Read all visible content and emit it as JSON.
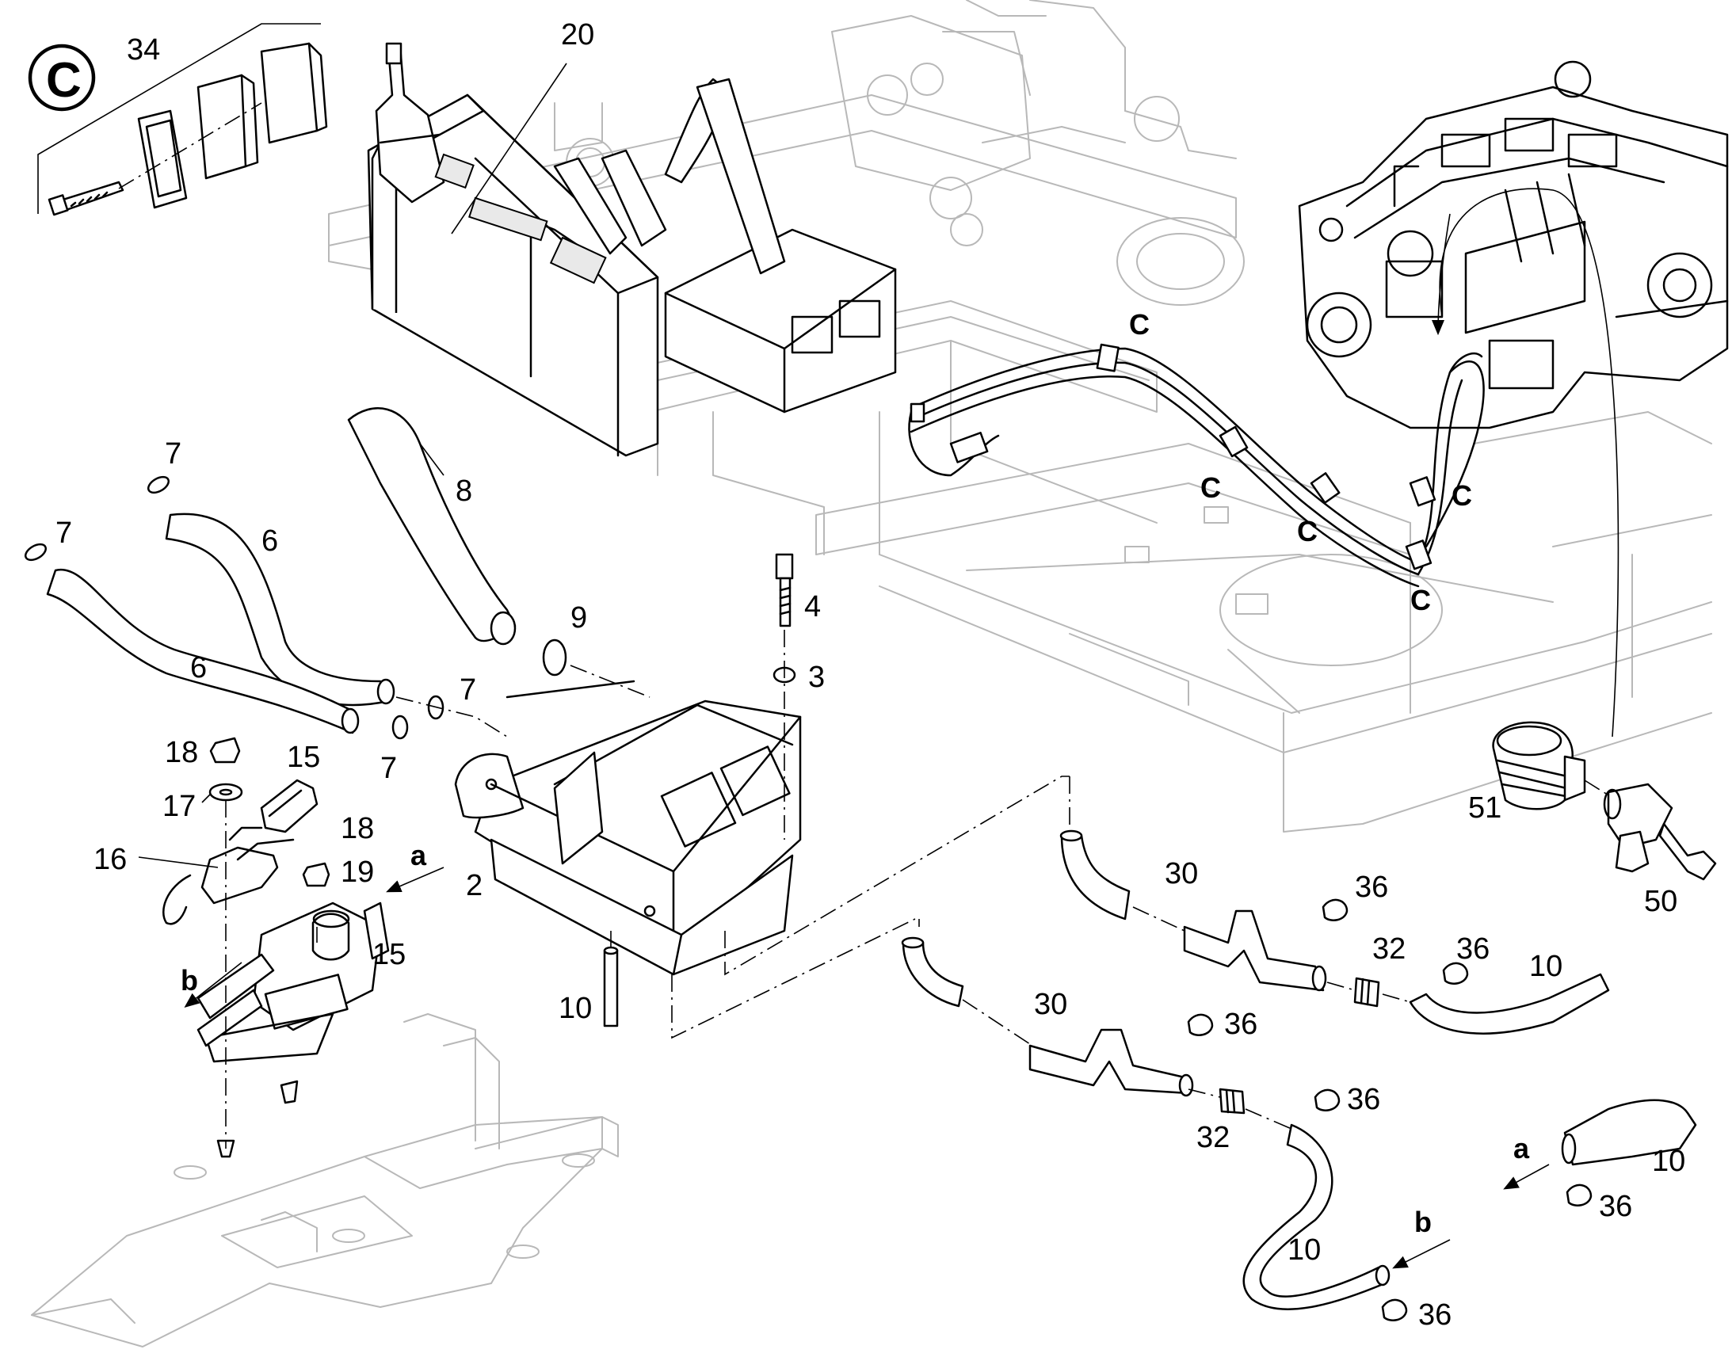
{
  "detail": {
    "letter": "C",
    "number": "34"
  },
  "callouts": {
    "n20": "20",
    "n8": "8",
    "n7": "7",
    "n6": "6",
    "n9": "9",
    "n4": "4",
    "n3": "3",
    "n2": "2",
    "n10": "10",
    "n18": "18",
    "n17": "17",
    "n15": "15",
    "n16": "16",
    "n19": "19",
    "n30": "30",
    "n36": "36",
    "n32": "32",
    "n51": "51",
    "n50": "50"
  },
  "clamp_marker": "C",
  "flow": {
    "a": "a",
    "b": "b"
  },
  "colors": {
    "line": "#000000",
    "background_lines": "#b8b8b8",
    "paper": "#ffffff"
  }
}
